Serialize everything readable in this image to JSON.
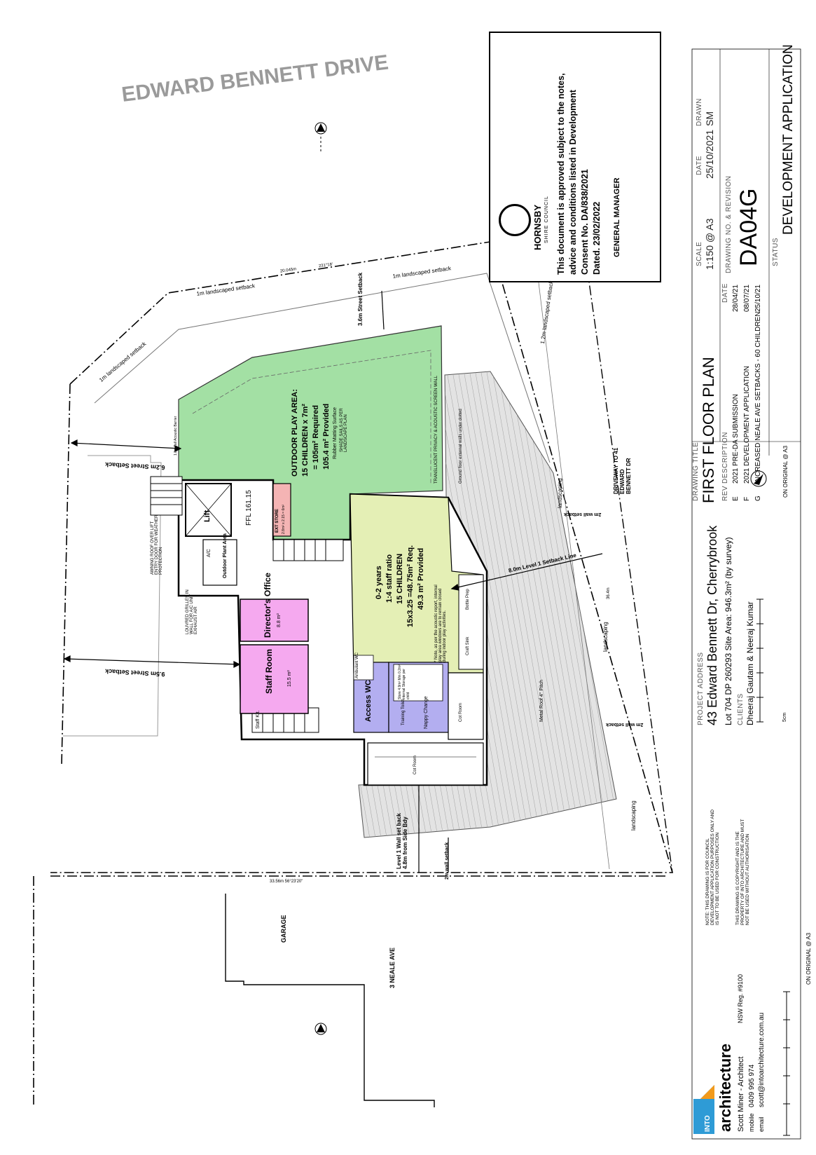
{
  "street": {
    "name": "EDWARD BENNETT DRIVE"
  },
  "stamp": {
    "council": "HORNSBY",
    "council_sub": "SHIRE COUNCIL",
    "lines": [
      "This document is approved subject to the notes,",
      "advice and conditions listed in Development",
      "Consent No. DA/838/2021",
      "Dated. 23/02/2022"
    ],
    "signatory": "GENERAL MANAGER"
  },
  "plan_labels": {
    "setback_1m_a": "1m landscaped setback",
    "setback_1m_b": "1m landscaped setback",
    "setback_1m_c": "1m landscaped setback",
    "setback_36": "3.6m Street Setback",
    "setback_12": "1.2m landscaped setback",
    "setback_62": "6.2m Street Setback",
    "setback_95": "9.5m Street Setback",
    "outdoor_title": "OUTDOOR PLAY AREA:",
    "outdoor_l2": "15 CHILDREN x 7m²",
    "outdoor_l3": "= 105m² Required",
    "outdoor_l4": "105.4 m² Provided",
    "rubber": "Rubber Matting Surface",
    "shade": "SHADE SAILS AS PER LANDSCAPE PLAN",
    "screen": "TRANSLUCENT PRIVACY & ACOUSTIC SCREEN WALL",
    "ground_floor": "Ground floor external walls under dotted",
    "barrier": "1.8m Tall Acoustic Barrier",
    "lift": "Lift",
    "ffl": "FFL 161.15",
    "ext_store": "EXT STORE",
    "ext_store_dim": "2.8m² x 2.15 = 6m²",
    "plant": "Outdoor Plant Area",
    "ac": "A/C",
    "awning": "AWNING ROOF OVER LIFT ENTRY DOOR FOR WEATHER PROTECTION",
    "louvred": "LOUVRED GRILLES IN WALL FOR A/C UNIT EXHAUST AIR",
    "directors": "Director's Office",
    "directors_area": "8.8 m²",
    "staff_room": "Staff Room",
    "staff_area": "15.5 m²",
    "staff_kit": "Staff Kit.",
    "play_l1": "0-2 years",
    "play_l2": "1:4 staff ratio",
    "play_l3": "15 CHILDREN",
    "play_l4": "15x3.25 =48.75m² Req.",
    "play_l5": "49.3 m² Provided",
    "play_note": "* Note, as per the acoustic report, internal play area windows are to remain closed during indoor play activities.",
    "access_wc": "Access WC",
    "ambulant": "Ambulant WC",
    "training": "Training Toilet",
    "nappy": "Nappy Change",
    "storage": "Store 4.9m² Min 0.2m² internal Storage per child",
    "bottle": "Bottle Prep",
    "craft": "Craft Sink",
    "cot_room": "Cot Room",
    "cot_room2": "Cot Room",
    "landscaping_1": "landscaping",
    "landscaping_2": "landscaping",
    "landscaping_3": "landscaping",
    "wall_setback_1": "2m wall setback",
    "wall_setback_2": "2m wall setback",
    "wall_setback_3": "2m wall setback",
    "driveway": "DRIVEWAY TO 41 EDWARD BENNETT DR",
    "level1_line": "8.0m Level 1 Setback Line",
    "metal_roof": "Metal Roof 4° Pitch",
    "level1_wall": "Level 1 Wall set back 4.8m from Side Bdy",
    "garage": "GARAGE",
    "neale": "3 NEALE AVE",
    "bearing": "33.56m  56°23'20\"",
    "dim_a": "36.4m",
    "dim_b": "20.045m",
    "dim_c": "231°18'"
  },
  "title_block": {
    "scale_label": "SCALE",
    "scale": "1:150 @ A3",
    "date_label": "DATE",
    "date": "25/10/2021",
    "drawn_label": "DRAWN",
    "drawn": "SM",
    "dwg_label": "DRAWING NO. & REVISION",
    "dwg": "DA04G",
    "status_label": "STATUS",
    "status": "DEVELOPMENT APPLICATION",
    "title_label": "DRAWING TITLE",
    "title": "FIRST FLOOR PLAN",
    "rev_label": "REV",
    "desc_label": "DESCRIPTION",
    "rdate_label": "DATE",
    "revisions": [
      {
        "rev": "E",
        "desc": "2021 PRE-DA SUBMISSION",
        "date": "28/04/21"
      },
      {
        "rev": "F",
        "desc": "2021 DEVELOPMENT APPLICATION",
        "date": "08/07/21"
      },
      {
        "rev": "G",
        "desc": "INCREASED NEALE AVE SETBACKS - 60 CHILDREN",
        "date": "25/10/21"
      }
    ],
    "project_label": "PROJECT ADDRESS",
    "project": "43 Edward Bennett Dr, Cherrybrook",
    "lot": "Lot 704  DP 260293  Site Area: 946.3m² (by survey)",
    "clients_label": "CLIENTS",
    "clients": "Dheeraj Gautam & Neeraj Kumar",
    "original": "ON ORIGINAL @ A3",
    "original2": "ON ORIGINAL @ A3",
    "note": "NOTE: THIS DRAWING IS FOR COUNCIL DEVELOPMENT APPLICATION PURPOSES ONLY AND IS NOT TO BE USED FOR CONSTRUCTION",
    "copyright": "THIS DRAWING IS COPYRIGHT AND IS THE PROPERTY OF INTO ARCHITECTURE AND MUST NOT BE USED WITHOUT AUTHORISATION",
    "firm": "architecture",
    "firm_prefix": "INTO",
    "architect": "Scott Miner - Architect",
    "reg": "NSW Reg. #9100",
    "mobile_label": "mobile",
    "mobile": "0409 995 974",
    "email_label": "email",
    "email": "scott@intoarchitecture.com.au",
    "scale_unit": "5cm"
  },
  "colors": {
    "outdoor": "#9fe0a0",
    "play": "#e4efb5",
    "office": "#f5a9ef",
    "wc": "#b3aef0",
    "store": "#f4b4b4",
    "roof": "#dcdcdc"
  }
}
